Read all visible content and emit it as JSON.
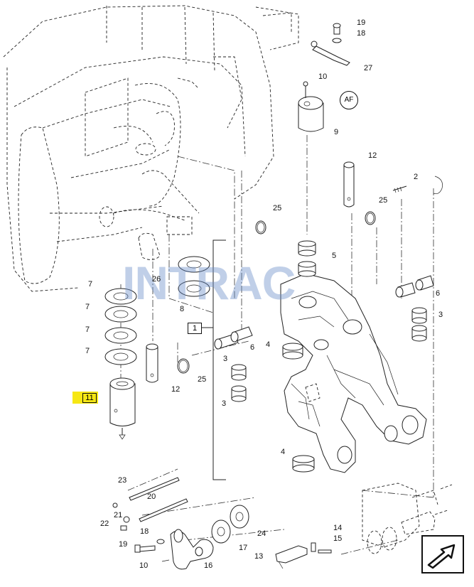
{
  "diagram": {
    "highlight_color": "#f6e714",
    "watermark_color": "#6b8fc9",
    "watermark_text": "INTRAC",
    "highlighted_callout": "11",
    "group_callout": "1",
    "detail_circle": "AF",
    "nav_icon": "arrow-right-icon",
    "labels": {
      "l19a": "19",
      "l18a": "18",
      "l27": "27",
      "l10a": "10",
      "l9": "9",
      "l12a": "12",
      "l2": "2",
      "l25a": "25",
      "l25b": "25",
      "l26": "26",
      "l5": "5",
      "l7a": "7",
      "l7b": "7",
      "l7c": "7",
      "l7d": "7",
      "l8": "8",
      "l6a": "6",
      "l6b": "6",
      "l3a": "3",
      "l3b": "3",
      "l3c": "3",
      "l4a": "4",
      "l4b": "4",
      "l12b": "12",
      "l25c": "25",
      "l23": "23",
      "l20": "20",
      "l21": "21",
      "l22": "22",
      "l18b": "18",
      "l19b": "19",
      "l10b": "10",
      "l16": "16",
      "l17": "17",
      "l24": "24",
      "l14": "14",
      "l15": "15",
      "l13": "13"
    }
  }
}
